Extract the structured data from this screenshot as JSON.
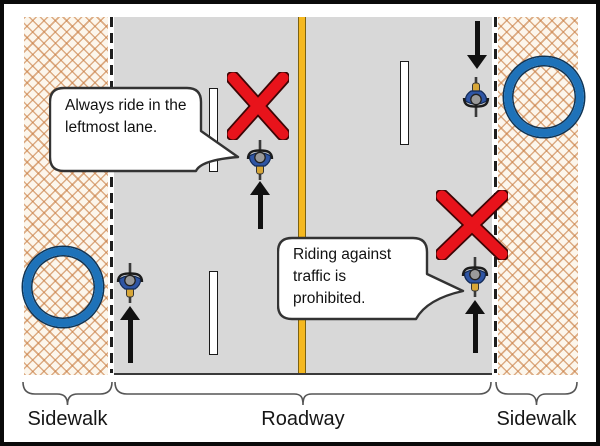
{
  "callouts": {
    "leftmost_lane": "Always ride in the leftmost lane.",
    "against_traffic": "Riding against traffic is prohibited."
  },
  "zone_labels": {
    "left_sidewalk": "Sidewalk",
    "roadway": "Roadway",
    "right_sidewalk": "Sidewalk"
  },
  "icons": {
    "cyclist": "bicyclist-top-view-icon",
    "arrow_up": "direction-arrow-up-icon",
    "arrow_down": "direction-arrow-down-icon",
    "prohibited_x": "prohibited-x-icon",
    "blue_ring": "blue-ring-icon"
  },
  "colors": {
    "roadway": "#D8D8D8",
    "center_line_yellow": "#F5B81F",
    "sidewalk_hatch_orange": "#C97D42",
    "prohibited_red": "#E8131B",
    "ring_blue": "#1E72B9",
    "arrow_black": "#111111",
    "lane_marking_white": "#FFFFFF"
  }
}
